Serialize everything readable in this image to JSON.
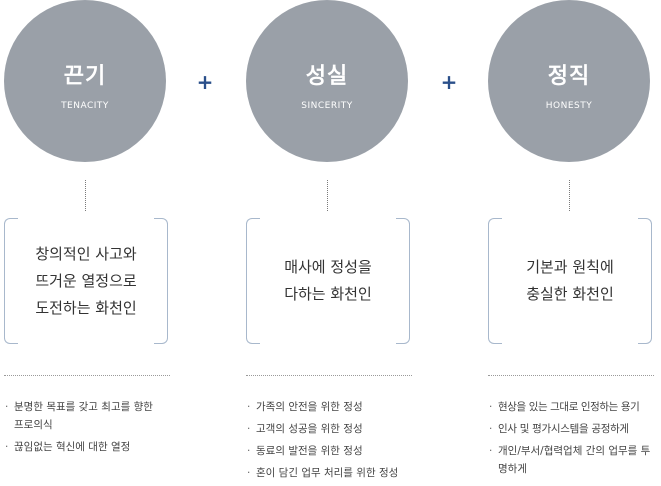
{
  "plus_sign": "+",
  "values": [
    {
      "title": "끈기",
      "subtitle": "TENACITY",
      "motto": [
        "창의적인 사고와",
        "뜨거운 열정으로",
        "도전하는 화천인"
      ],
      "points": [
        "분명한 목표를 갖고 최고를 향한 프로의식",
        "끊임없는 혁신에 대한 열정"
      ]
    },
    {
      "title": "성실",
      "subtitle": "SINCERITY",
      "motto": [
        "매사에 정성을",
        "다하는 화천인"
      ],
      "points": [
        "가족의 안전을 위한 정성",
        "고객의 성공을 위한 정성",
        "동료의 발전을 위한 정성",
        "혼이 담긴 업무 처리를 위한 정성"
      ]
    },
    {
      "title": "정직",
      "subtitle": "HONESTY",
      "motto": [
        "기본과 원칙에",
        "충실한 화천인"
      ],
      "points": [
        "현상을 있는 그대로 인정하는 용기",
        "인사 및 평가시스템을 공정하게",
        "개인/부서/협력업체 간의 업무를 투명하게"
      ]
    }
  ]
}
